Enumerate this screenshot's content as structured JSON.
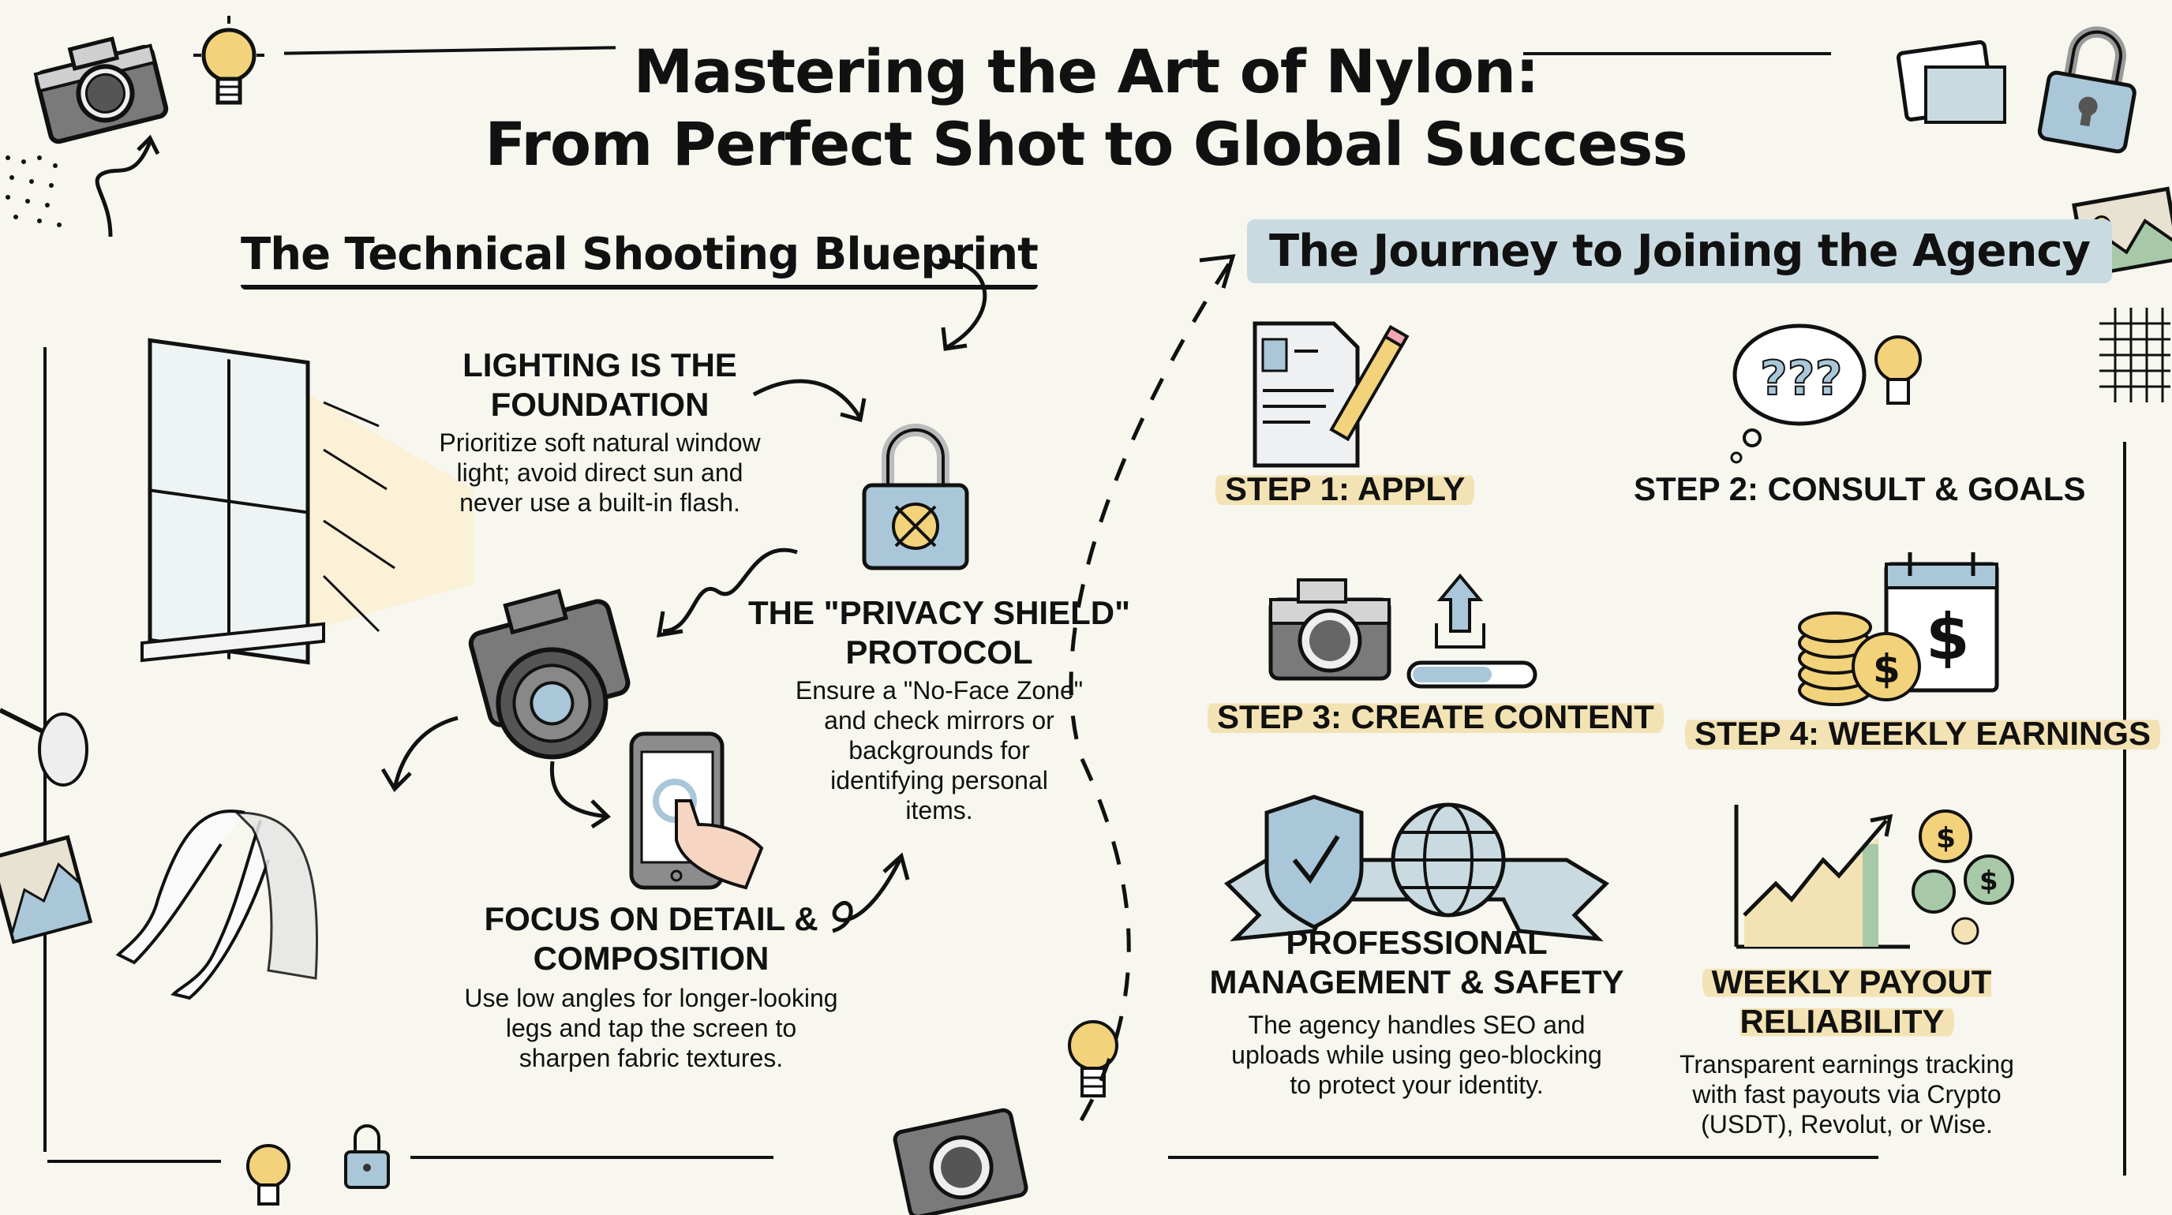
{
  "header": {
    "title_line1": "Mastering the Art of Nylon:",
    "title_line2": "From Perfect Shot to Global Success"
  },
  "left_section": {
    "title": "The Technical Shooting Blueprint",
    "blocks": [
      {
        "heading": "LIGHTING IS THE FOUNDATION",
        "heading_line1": "LIGHTING IS THE",
        "heading_line2": "FOUNDATION",
        "text_lines": [
          "Prioritize soft natural window",
          "light; avoid direct sun and",
          "never use a built-in flash."
        ],
        "icon": "window-light-icon"
      },
      {
        "heading": "THE \"PRIVACY SHIELD\" PROTOCOL",
        "heading_line1": "THE \"PRIVACY SHIELD\"",
        "heading_line2": "PROTOCOL",
        "text_lines": [
          "Ensure a \"No-Face Zone\"",
          "and check mirrors or",
          "backgrounds for",
          "identifying personal",
          "items."
        ],
        "icon": "padlock-no-face-icon"
      },
      {
        "heading": "FOCUS ON DETAIL & COMPOSITION",
        "heading_line1": "FOCUS ON DETAIL &",
        "heading_line2": "COMPOSITION",
        "text_lines": [
          "Use low angles for longer-looking",
          "legs and tap the screen to",
          "sharpen fabric textures."
        ],
        "icon": "phone-tap-icon"
      }
    ]
  },
  "right_section": {
    "title": "The Journey to Joining the Agency",
    "steps": [
      {
        "label": "STEP 1: APPLY",
        "icon": "application-form-icon",
        "highlighted": true
      },
      {
        "label": "STEP 2: CONSULT & GOALS",
        "icon": "thought-bubble-lightbulb-icon",
        "highlighted": false
      },
      {
        "label": "STEP 3: CREATE CONTENT",
        "icon": "camera-upload-icon",
        "highlighted": true
      },
      {
        "label": "STEP 4: WEEKLY EARNINGS",
        "icon": "coins-calendar-icon",
        "highlighted": true
      }
    ],
    "benefits": [
      {
        "heading_line1": "PROFESSIONAL",
        "heading_line2": "MANAGEMENT & SAFETY",
        "text_lines": [
          "The agency handles SEO and",
          "uploads while using geo-blocking",
          "to protect your identity."
        ],
        "icon": "shield-globe-icon"
      },
      {
        "heading_line1": "WEEKLY PAYOUT RELIABILITY",
        "heading_line2": "",
        "text_lines": [
          "Transparent earnings tracking",
          "with fast payouts via Crypto",
          "(USDT), Revolut, or Wise."
        ],
        "icon": "growth-chart-coins-icon"
      }
    ]
  },
  "colors": {
    "background": "#f7f6ef",
    "ink": "#111111",
    "highlight_yellow": "#f3e3b4",
    "band_blue": "#c9dbe1",
    "lock_blue": "#a9c7d8",
    "bulb_yellow": "#f2d27a",
    "camera_gray": "#777777"
  }
}
